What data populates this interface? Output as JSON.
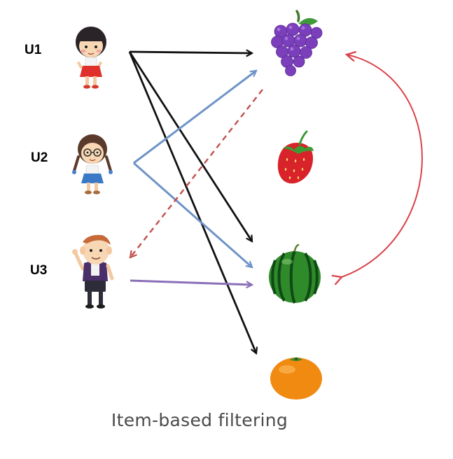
{
  "users": [
    {
      "id": "u1",
      "label": "U1"
    },
    {
      "id": "u2",
      "label": "U2"
    },
    {
      "id": "u3",
      "label": "U3"
    }
  ],
  "items": [
    "grapes-icon",
    "strawberry-icon",
    "watermelon-icon",
    "orange-icon"
  ],
  "caption": "Item-based filtering",
  "colors": {
    "black_link": "#111111",
    "blue_link": "#6f93c8",
    "dashed_link": "#c0504d",
    "purple_link": "#8a6fb8",
    "similarity_arc": "#d9434a"
  }
}
